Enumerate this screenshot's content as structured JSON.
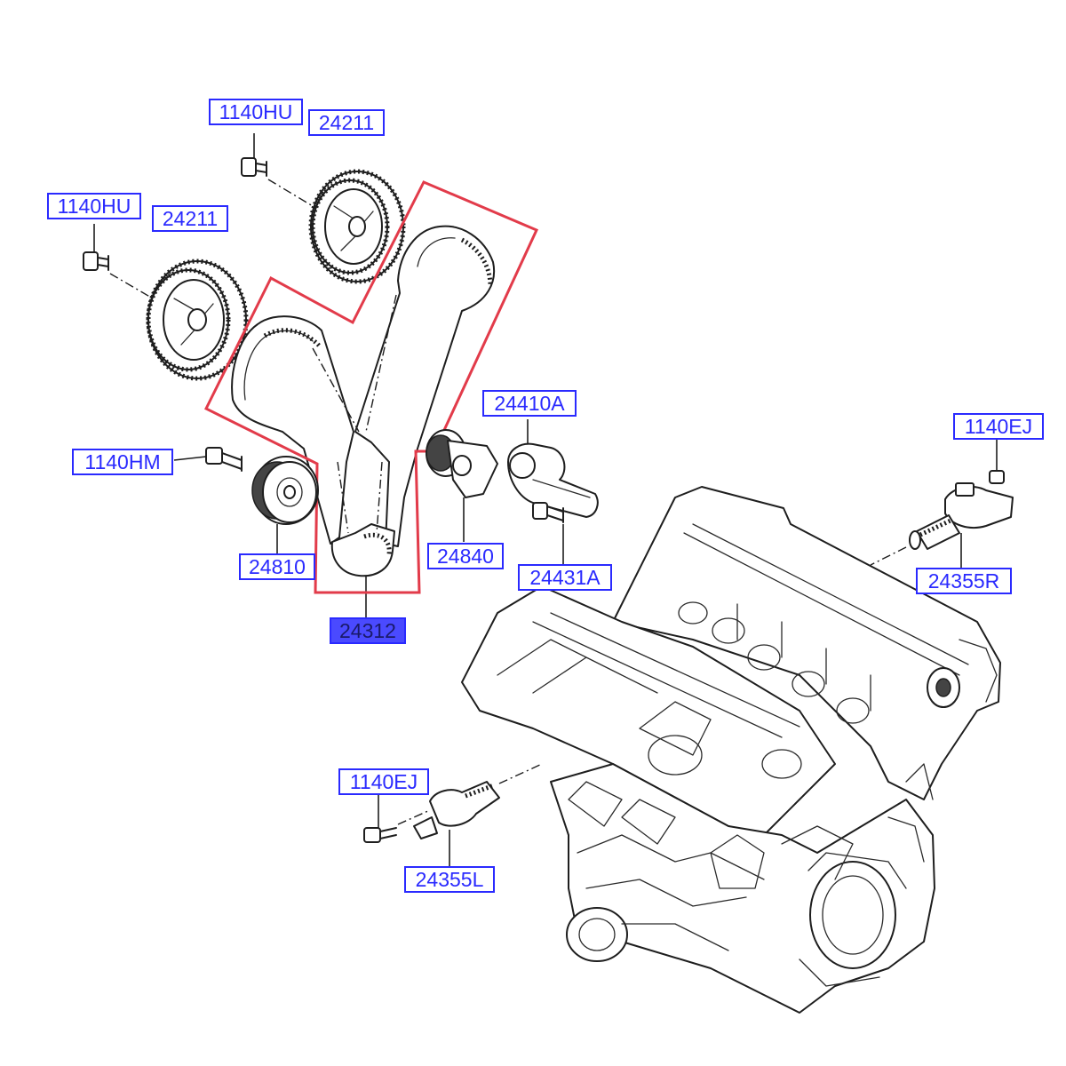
{
  "labels": [
    {
      "id": "bolt-top",
      "text": "1140HU",
      "highlight": false
    },
    {
      "id": "sprocket-top",
      "text": "24211",
      "highlight": false
    },
    {
      "id": "bolt-left",
      "text": "1140HU",
      "highlight": false
    },
    {
      "id": "sprocket-left",
      "text": "24211",
      "highlight": false
    },
    {
      "id": "tensioner-arm",
      "text": "24410A",
      "highlight": false
    },
    {
      "id": "bolt-idler",
      "text": "1140HM",
      "highlight": false
    },
    {
      "id": "idler",
      "text": "24810",
      "highlight": false
    },
    {
      "id": "tensioner-pulley",
      "text": "24840",
      "highlight": false
    },
    {
      "id": "tensioner-bolt",
      "text": "24431A",
      "highlight": false
    },
    {
      "id": "timing-belt",
      "text": "24312",
      "highlight": true
    },
    {
      "id": "bolt-ej-right",
      "text": "1140EJ",
      "highlight": false
    },
    {
      "id": "ocv-right",
      "text": "24355R",
      "highlight": false
    },
    {
      "id": "bolt-ej-left",
      "text": "1140EJ",
      "highlight": false
    },
    {
      "id": "ocv-left",
      "text": "24355L",
      "highlight": false
    }
  ],
  "colors": {
    "label_text": "#2a2aff",
    "label_border": "#2a2aff",
    "highlight_fill": "#4a4aff",
    "highlight_outline": "#e23b4a",
    "line_art": "#1e1e1e"
  }
}
